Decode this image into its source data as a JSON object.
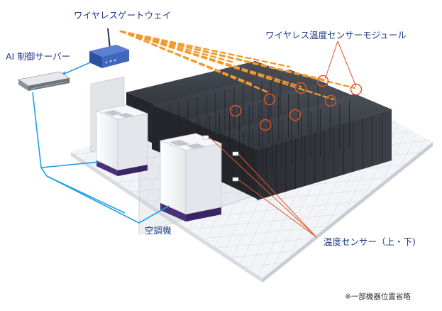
{
  "labels": {
    "gateway": "ワイヤレスゲートウェイ",
    "sensor_module": "ワイヤレス温度センサーモジュール",
    "ai_server": "AI 制御サーバー",
    "ac_unit": "空調機",
    "temp_sensor": "温度センサー（上・下)",
    "footnote": "※一部機器位置省略"
  },
  "colors": {
    "label_text": "#1f3a86",
    "link_line": "#1ea0e8",
    "wireless_dash": "#f29a2e",
    "sensor_circle": "#e0562a",
    "rack_body": "#2c2f35",
    "floor_tile": "#f2f3f6",
    "ac_base": "#4a2f7a"
  },
  "icons": [
    "wireless-gateway-icon",
    "ai-server-icon",
    "air-conditioner-icon",
    "server-rack-icon",
    "temperature-sensor-icon"
  ]
}
